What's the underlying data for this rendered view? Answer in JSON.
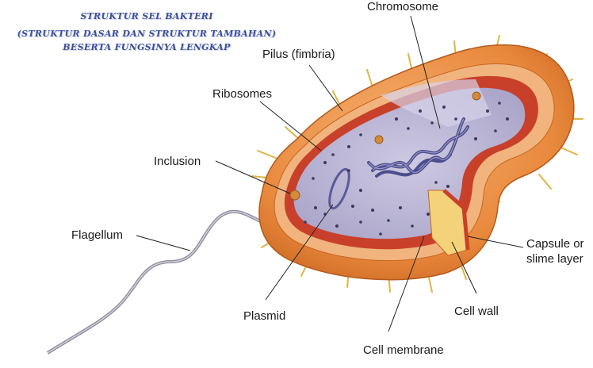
{
  "header": {
    "line1": "STRUKTUR SEL BAKTERI",
    "line2": "(STRUKTUR DASAR DAN STRUKTUR TAMBAHAN)",
    "line3": "BESERTA FUNGSINYA LENGKAP"
  },
  "labels": {
    "chromosome": "Chromosome",
    "pilus": "Pilus (fimbria)",
    "ribosomes": "Ribosomes",
    "inclusion": "Inclusion",
    "flagellum": "Flagellum",
    "plasmid": "Plasmid",
    "cell_membrane": "Cell membrane",
    "cell_wall": "Cell wall",
    "capsule_line1": "Capsule or",
    "capsule_line2": "slime layer"
  },
  "colors": {
    "capsule": "#e8883c",
    "cell_wall": "#f2b07a",
    "membrane": "#c8402a",
    "cytoplasm": "#b5b1cf",
    "chromosome": "#5b5a9a"
  }
}
